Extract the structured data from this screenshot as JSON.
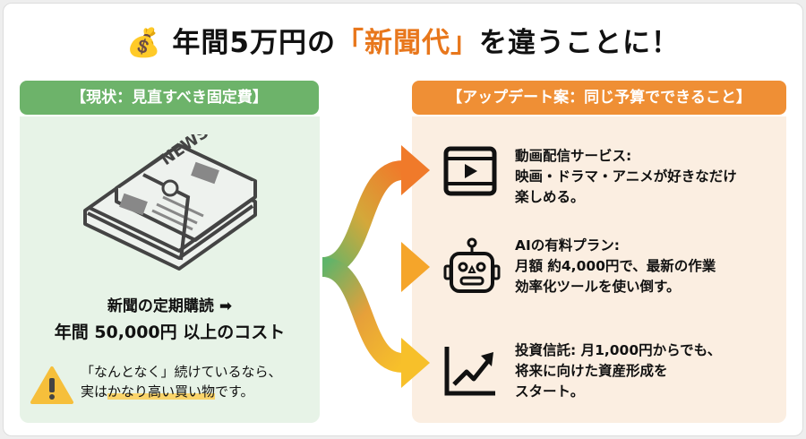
{
  "title": {
    "prefix": "年間5万円の",
    "highlight": "「新聞代」",
    "suffix": "を違うことに！",
    "icon": "money-bag-icon"
  },
  "left": {
    "header": "【現状：見直すべき固定費】",
    "illustration": "newspaper-bundle-icon",
    "newspaper_label": "NEWS",
    "cost_line1": "新聞の定期購読 ➡",
    "cost_line2": "年間 50,000円 以上のコスト",
    "warning_line1": "「なんとなく」続けているなら、",
    "warning_pre": "実は",
    "warning_mark": "かなり高い買い物",
    "warning_post": "です。",
    "warning_icon": "warning-icon"
  },
  "right": {
    "header": "【アップデート案：同じ予算でできること】",
    "items": [
      {
        "icon": "video-film-icon",
        "line1": "動画配信サービス:",
        "line2": "映画・ドラマ・アニメが好きなだけ",
        "line3": "楽しめる。"
      },
      {
        "icon": "robot-icon",
        "line1": "AIの有料プラン:",
        "line2": "月額 約4,000円で、最新の作業",
        "line3": "効率化ツールを使い倒す。"
      },
      {
        "icon": "growth-chart-icon",
        "line1": "投資信託: 月1,000円からでも、",
        "line2": "将来に向けた資産形成を",
        "line3": "スタート。"
      }
    ]
  },
  "colors": {
    "green": "#6db36a",
    "orange": "#ef8f35",
    "highlight": "#e8771c"
  }
}
